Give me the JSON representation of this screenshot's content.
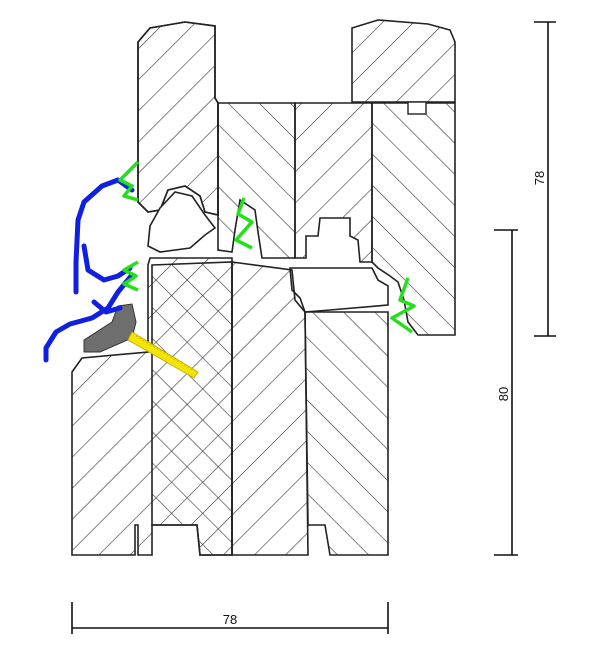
{
  "dimensions": {
    "bottom_width": "78",
    "right_top_height": "78",
    "right_bottom_height": "80"
  },
  "colors": {
    "outline": "#222222",
    "seal_blue": "#1020e0",
    "gasket_green": "#22e01a",
    "screw_yellow": "#f2e600",
    "insert_grey": "#6e6e6e",
    "hatch": "#333333"
  }
}
